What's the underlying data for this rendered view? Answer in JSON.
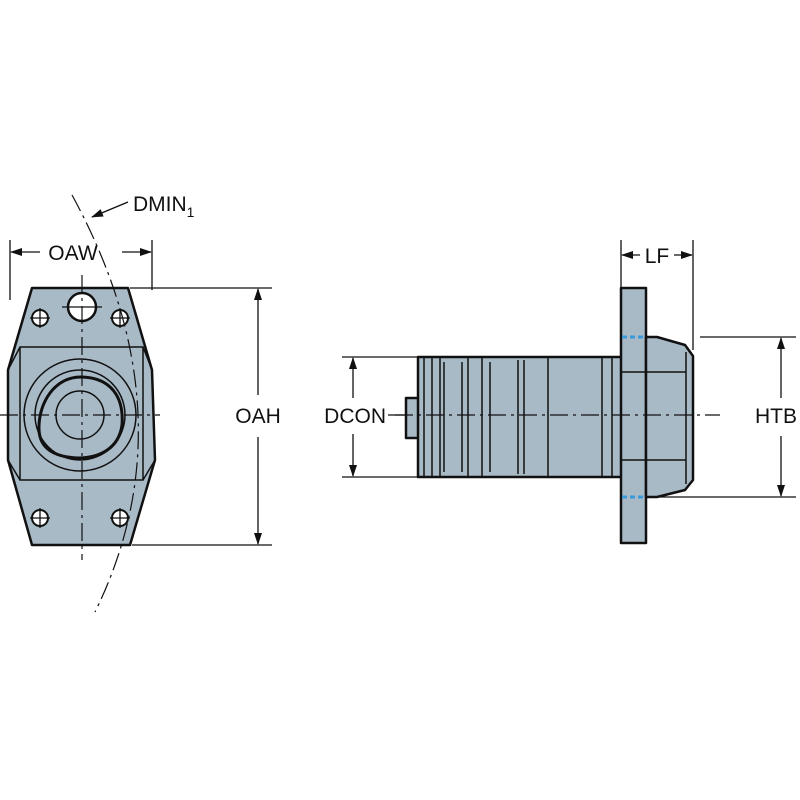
{
  "labels": {
    "dmin": "DMIN",
    "dmin_sub": "1",
    "oaw": "OAW",
    "oah": "OAH",
    "dcon": "DCON",
    "lf": "LF",
    "htb": "HTB"
  },
  "colors": {
    "body": "#a9bac7",
    "coolant_marks": "#3a9ad9",
    "outline": "#111111"
  }
}
